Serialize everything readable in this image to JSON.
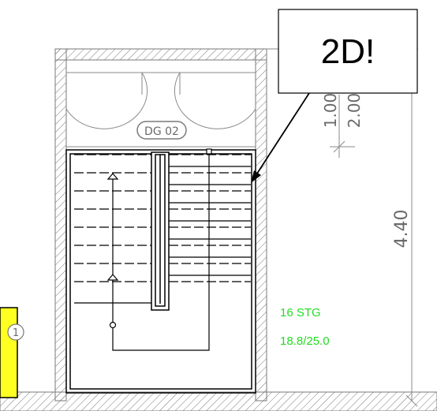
{
  "callout": {
    "label": "2D!"
  },
  "room_tag": {
    "label": "DG 02"
  },
  "dimensions": {
    "upper": "1.00",
    "lower": "2.00",
    "height": "4.40"
  },
  "stair_info": {
    "steps": "16 STG",
    "ratio": "18.8/25.0",
    "color": "#22dd22"
  },
  "marker": {
    "label": "1"
  },
  "colors": {
    "highlight": "#ffff22",
    "line": "#000000",
    "hatch": "#7a7a7a"
  }
}
